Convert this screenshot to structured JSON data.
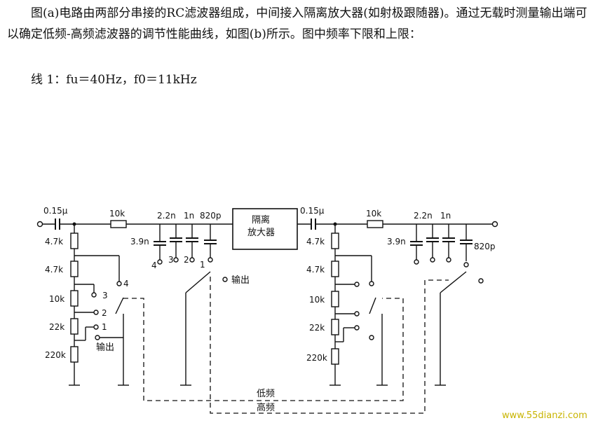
{
  "description": {
    "lines": [
      "图(a)电路由两部分串接的RC滤波器组成，中间接入隔离放大器(如射极跟随器)。通过无载时测量输出端可以确定低频-高频滤波器的调节性能曲线，如图(b)所示。图中频率下限和上限："
    ],
    "formula": "线 1：fu＝40Hz，f0＝11kHz"
  },
  "circuit": {
    "amplifier_label_1": "隔离",
    "amplifier_label_2": "放大器",
    "low_section": {
      "cap_in": "0.15μ",
      "series_res": "10k",
      "caps": [
        "2.2n",
        "1n",
        "820p",
        "3.9n"
      ],
      "divider": [
        "4.7k",
        "4.7k",
        "10k",
        "22k",
        "220k"
      ],
      "switch_positions": [
        "1",
        "2",
        "3",
        "4"
      ],
      "output_label": "输出"
    },
    "high_section": {
      "cap_in": "0.15μ",
      "series_res": "10k",
      "caps": [
        "2.2n",
        "1n",
        "820p",
        "3.9n"
      ],
      "divider": [
        "4.7k",
        "4.7k",
        "10k",
        "22k",
        "220k"
      ]
    },
    "low_label": "低频",
    "high_label": "高频"
  },
  "watermark": "www.55dianzi.com"
}
